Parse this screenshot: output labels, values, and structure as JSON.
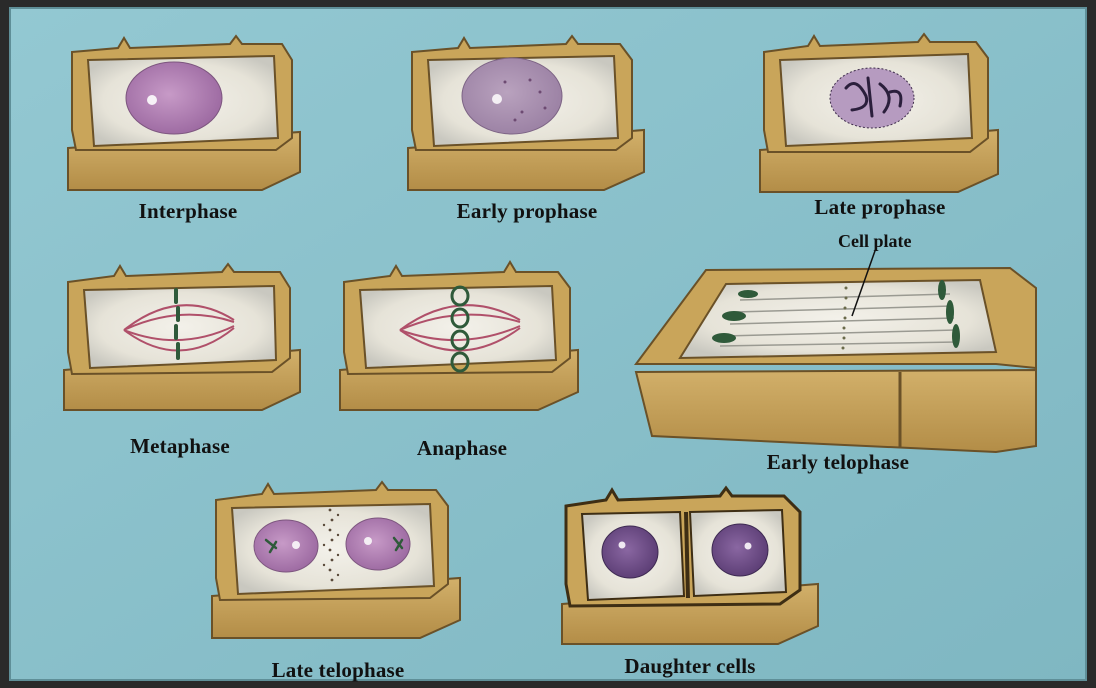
{
  "diagram": {
    "stages": [
      {
        "id": "interphase",
        "label": "Interphase"
      },
      {
        "id": "early-prophase",
        "label": "Early prophase"
      },
      {
        "id": "late-prophase",
        "label": "Late prophase"
      },
      {
        "id": "metaphase",
        "label": "Metaphase"
      },
      {
        "id": "anaphase",
        "label": "Anaphase"
      },
      {
        "id": "early-telophase",
        "label": "Early telophase"
      },
      {
        "id": "late-telophase",
        "label": "Late telophase"
      },
      {
        "id": "daughter-cells",
        "label": "Daughter cells"
      }
    ],
    "callout": "Cell plate"
  },
  "colors": {
    "background": "#8ec3cd",
    "cell_wall": "#c9a55a",
    "cell_wall_dark": "#9c7a3a",
    "cytoplasm": "#e9e6dc",
    "nucleus": "#b07cb0",
    "nucleus_dark": "#6b4a82",
    "spindle": "#b0506a",
    "chromosome": "#2f5a3a"
  }
}
